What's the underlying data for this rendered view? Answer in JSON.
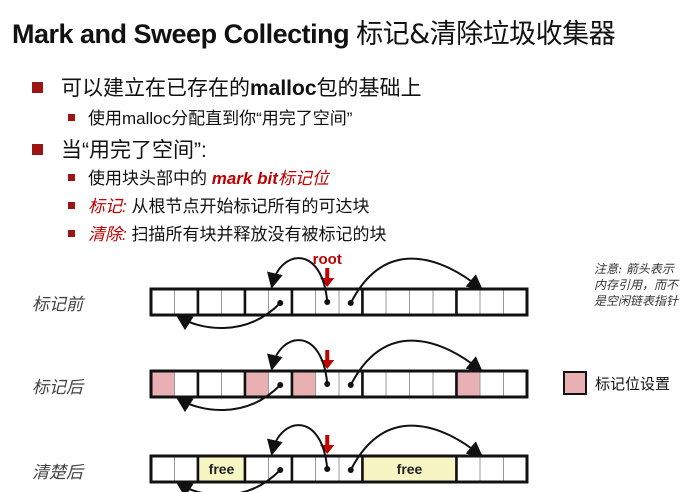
{
  "title": {
    "en": "Mark and Sweep Collecting ",
    "cn": "标记&清除垃圾收集器"
  },
  "bullets": [
    {
      "parts": [
        {
          "t": "可以建立在已存在的"
        },
        {
          "t": "malloc",
          "bold": true
        },
        {
          "t": "包的基础上"
        }
      ],
      "sub": [
        {
          "parts": [
            {
              "t": "使用malloc分配直到你“用完了空间”"
            }
          ]
        }
      ]
    },
    {
      "parts": [
        {
          "t": "当“用完了空间”:"
        }
      ],
      "sub": [
        {
          "parts": [
            {
              "t": "使用块头部中的 "
            },
            {
              "t": "mark bit",
              "cls": "red"
            },
            {
              "t": "标记位",
              "cls": "redi"
            }
          ]
        },
        {
          "parts": [
            {
              "t": "标记:",
              "cls": "redi"
            },
            {
              "t": " 从根节点开始标记所有的可达块"
            }
          ]
        },
        {
          "parts": [
            {
              "t": "清除:",
              "cls": "redi"
            },
            {
              "t": " 扫描所有块并释放没有被标记的块"
            }
          ]
        }
      ]
    }
  ],
  "diagram": {
    "root_label": "root",
    "block_sizes": [
      2,
      2,
      2,
      3,
      4,
      3
    ],
    "rows": [
      {
        "label": "标记前",
        "marked_blocks": [],
        "free_blocks": [],
        "show_root_label": true
      },
      {
        "label": "标记后",
        "marked_blocks": [
          0,
          2,
          3,
          5
        ],
        "free_blocks": [],
        "show_root_label": false
      },
      {
        "label": "清楚后",
        "marked_blocks": [],
        "free_blocks": [
          1,
          4
        ],
        "show_root_label": false
      }
    ],
    "free_label": "free",
    "colors": {
      "mark": "#e8b0b3",
      "free": "#f7f5c4",
      "root": "#c00000"
    }
  },
  "legend": {
    "label": "标记位设置"
  },
  "note": [
    "注意: 箭头表示",
    "内存引用，而不",
    "是空闲链表指针"
  ]
}
